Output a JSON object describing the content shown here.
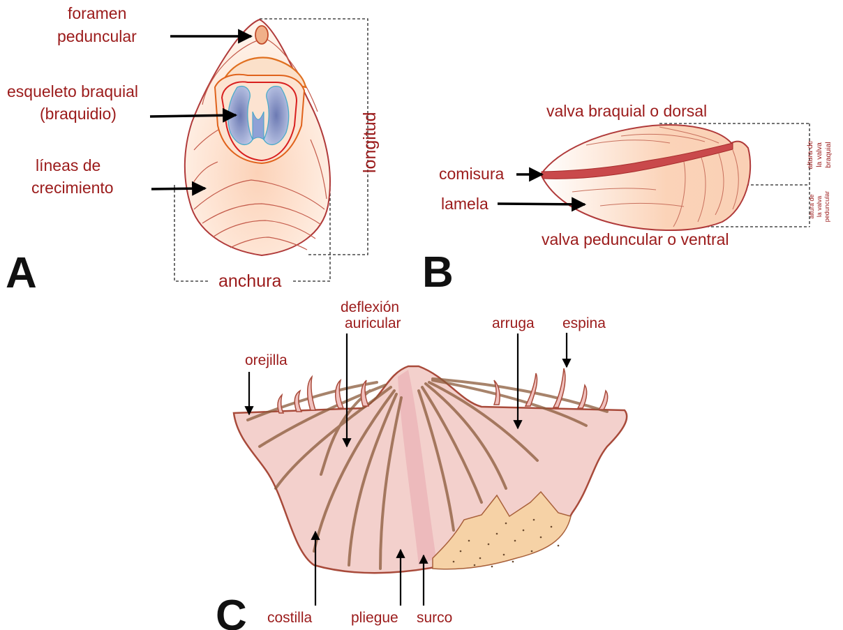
{
  "panels": {
    "a": "A",
    "b": "B",
    "c": "C"
  },
  "panel_a": {
    "foramen_line1": "foramen",
    "foramen_line2": "peduncular",
    "esqueleto_line1": "esqueleto braquial",
    "esqueleto_line2": "(braquidio)",
    "lineas_line1": "líneas de",
    "lineas_line2": "crecimiento",
    "longitud": "longitud",
    "anchura": "anchura"
  },
  "panel_b": {
    "valva_braquial": "valva braquial o dorsal",
    "comisura": "comisura",
    "lamela": "lamela",
    "valva_peduncular": "valva peduncular o ventral",
    "altura_braquial_1": "altura de",
    "altura_braquial_2": "la valva",
    "altura_braquial_3": "braquial",
    "altura_peduncular_1": "altura de",
    "altura_peduncular_2": "la valva",
    "altura_peduncular_3": "peduncular"
  },
  "panel_c": {
    "deflexion_line1": "deflexión",
    "deflexion_line2": "auricular",
    "arruga": "arruga",
    "espina": "espina",
    "orejilla": "orejilla",
    "costilla": "costilla",
    "pliegue": "pliegue",
    "surco": "surco"
  },
  "colors": {
    "label": "#9b1b1b",
    "outline": "#b03a3a",
    "shell_fill": "#fbd9c4",
    "shell_c_fill": "#f3cfcc",
    "rib": "#8a5a3a",
    "matrix": "#f7d3a7",
    "arrow": "#000000"
  }
}
